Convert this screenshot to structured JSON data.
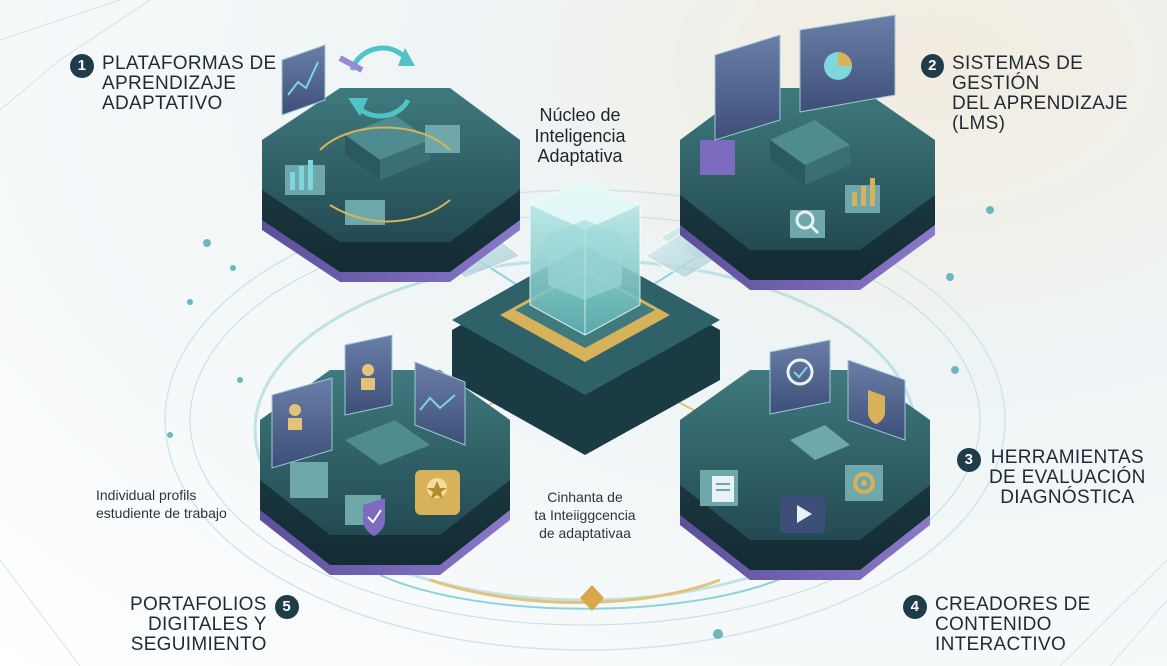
{
  "core": {
    "title": "Núcleo de\nInteligencia\nAdaptativa",
    "caption": "Cinhanta de\nta Inteiiggcencia\nde adaptativaa"
  },
  "side_note": "Individual profils\nestudiente de trabajo",
  "modules": [
    {
      "number": "1",
      "label": "PLATAFORMAS DE\nAPRENDIZAJE\nADAPTATIVO"
    },
    {
      "number": "2",
      "label": "SISTEMAS DE GESTIÓN\nDEL APRENDIZAJE\n(LMS)"
    },
    {
      "number": "3",
      "label": "HERRAMIENTAS\nDE EVALUACIÓN\nDIAGNÓSTICA"
    },
    {
      "number": "4",
      "label": "CREADORES DE\nCONTENIDO\nINTERACTIVO"
    },
    {
      "number": "5",
      "label": "PORTAFOLIOS\nDIGITALES Y\nSEGUIMIENTO"
    }
  ],
  "colors": {
    "platform_top": "#2f5e63",
    "platform_side": "#1c3b44",
    "platform_base": "#6a5aa8",
    "accent_gold": "#d8b25a",
    "accent_cyan": "#7fd6dc",
    "label_text": "#1f2a36"
  },
  "icons": [
    "line-chart-icon",
    "cycle-arrows-icon",
    "bar-chart-icon",
    "pie-chart-icon",
    "magnifier-icon",
    "checkmark-icon",
    "video-play-icon",
    "document-icon",
    "gear-icon",
    "profile-card-icon",
    "medal-icon",
    "shield-check-icon"
  ]
}
